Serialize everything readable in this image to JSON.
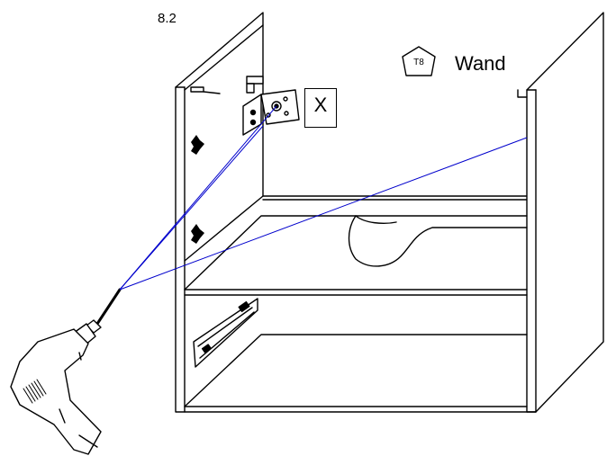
{
  "step": "8.2",
  "tool_code": "T8",
  "wall_label": "Wand",
  "mark_label": "X",
  "colors": {
    "lines": "#000000",
    "guide_lines": "#0000cc",
    "background": "#ffffff"
  },
  "icons": [
    "hexagon-tool-icon",
    "power-drill-icon",
    "wall-bracket-icon",
    "drawer-runner-icon",
    "hinge-icon"
  ]
}
